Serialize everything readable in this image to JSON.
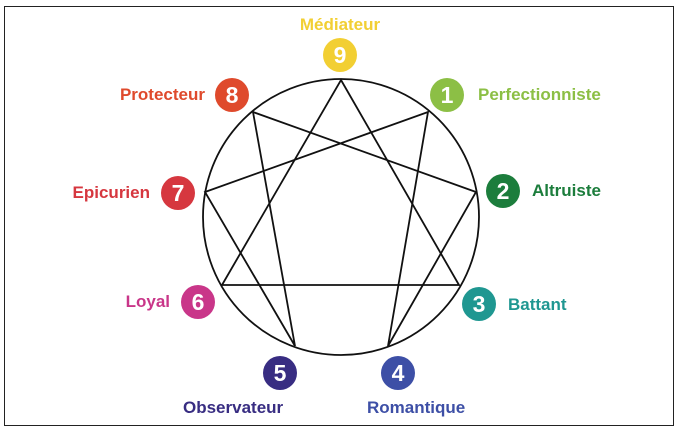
{
  "types": [
    {
      "number": "9",
      "label": "Médiateur",
      "color": "#f2cf33"
    },
    {
      "number": "1",
      "label": "Perfectionniste",
      "color": "#8cbf45"
    },
    {
      "number": "2",
      "label": "Altruiste",
      "color": "#1c7d3c"
    },
    {
      "number": "3",
      "label": "Battant",
      "color": "#1f9791"
    },
    {
      "number": "4",
      "label": "Romantique",
      "color": "#3d4fa6"
    },
    {
      "number": "5",
      "label": "Observateur",
      "color": "#382d82"
    },
    {
      "number": "6",
      "label": "Loyal",
      "color": "#c93689"
    },
    {
      "number": "7",
      "label": "Epicurien",
      "color": "#d6373f"
    },
    {
      "number": "8",
      "label": "Protecteur",
      "color": "#df4a2c"
    }
  ]
}
